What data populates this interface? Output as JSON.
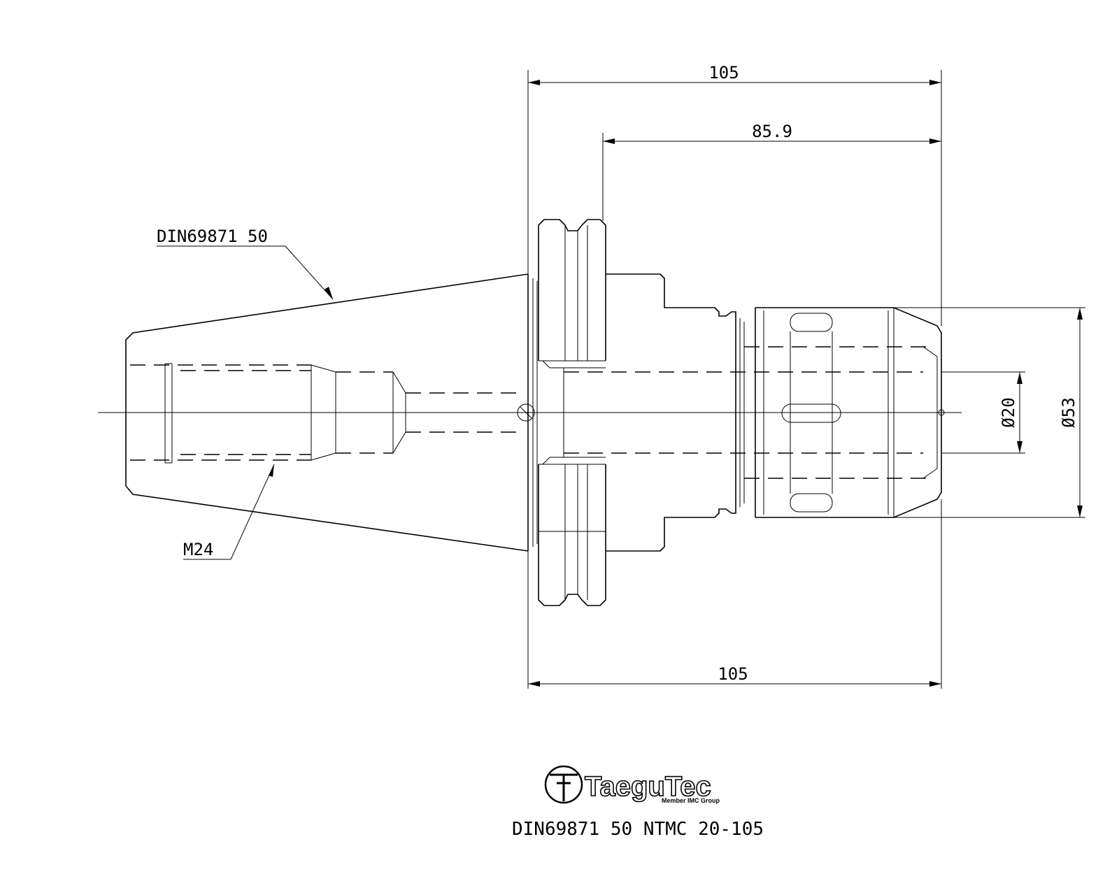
{
  "dimensions": {
    "overall_top": "105",
    "body_length": "85.9",
    "overall_bottom": "105",
    "bore_diameter": "Ø20",
    "nose_diameter": "Ø53"
  },
  "callouts": {
    "taper": "DIN69871 50",
    "thread": "M24"
  },
  "logo": {
    "brand": "TaeguTec",
    "sub": "Member IMC Group"
  },
  "title": "DIN69871 50 NTMC 20-105"
}
